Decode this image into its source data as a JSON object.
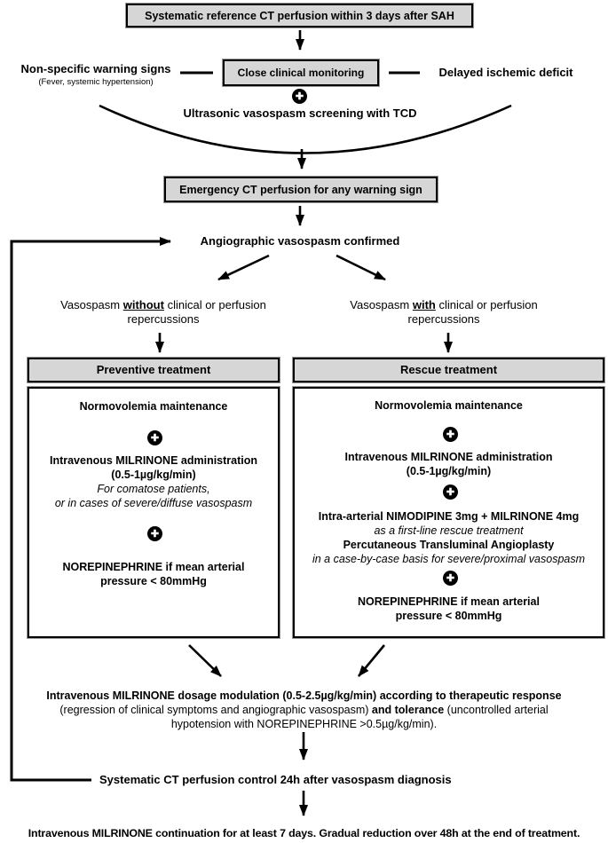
{
  "colors": {
    "box_fill": "#d6d6d6",
    "line": "#000000",
    "page_bg": "#ffffff"
  },
  "icons": {
    "plus": "✚"
  },
  "flow": {
    "top_box": "Systematic reference CT perfusion within 3 days after SAH",
    "monitoring": {
      "left_label": "Non-specific warning signs",
      "left_sub": "(Fever, systemic hypertension)",
      "box": "Close clinical monitoring",
      "right_label": "Delayed ischemic deficit",
      "screening": "Ultrasonic vasospasm screening with TCD"
    },
    "emergency_box": "Emergency CT perfusion for any warning sign",
    "confirmed": "Angiographic vasospasm confirmed",
    "branch_left": {
      "prefix": "Vasospasm ",
      "emph": "without",
      "suffix": " clinical or perfusion",
      "line2": "repercussions"
    },
    "branch_right": {
      "prefix": "Vasospasm ",
      "emph": "with",
      "suffix": " clinical or perfusion",
      "line2": "repercussions"
    },
    "preventive": {
      "title": "Preventive treatment",
      "normovolemia": "Normovolemia maintenance",
      "milrinone": "Intravenous MILRINONE administration",
      "dose": "(0.5-1µg/kg/min)",
      "note1": "For comatose patients,",
      "note2": "or in cases of severe/diffuse vasospasm",
      "norepinephrine1": "NOREPINEPHRINE if mean arterial",
      "norepinephrine2": "pressure < 80mmHg"
    },
    "rescue": {
      "title": "Rescue treatment",
      "normovolemia": "Normovolemia maintenance",
      "milrinone": "Intravenous MILRINONE administration",
      "dose": "(0.5-1µg/kg/min)",
      "intraarterial": "Intra-arterial NIMODIPINE 3mg + MILRINONE 4mg",
      "note1": "as a first-line rescue treatment",
      "angioplasty": "Percutaneous Transluminal Angioplasty",
      "note2": "in a case-by-case basis for severe/proximal vasospasm",
      "norepinephrine1": "NOREPINEPHRINE if mean arterial",
      "norepinephrine2": "pressure < 80mmHg"
    },
    "modulation": {
      "line1": "Intravenous MILRINONE dosage modulation (0.5-2.5µg/kg/min) according to therapeutic response",
      "line2_a": "(regression of clinical symptoms and angiographic vasospasm) ",
      "line2_b": "and tolerance",
      "line2_c": " (uncontrolled arterial",
      "line3": "hypotension with NOREPINEPHRINE >0.5µg/kg/min)."
    },
    "control": "Systematic CT perfusion control 24h after vasospasm diagnosis",
    "continuation": "Intravenous MILRINONE continuation for at least 7 days.  Gradual reduction over 48h at the end of treatment."
  }
}
